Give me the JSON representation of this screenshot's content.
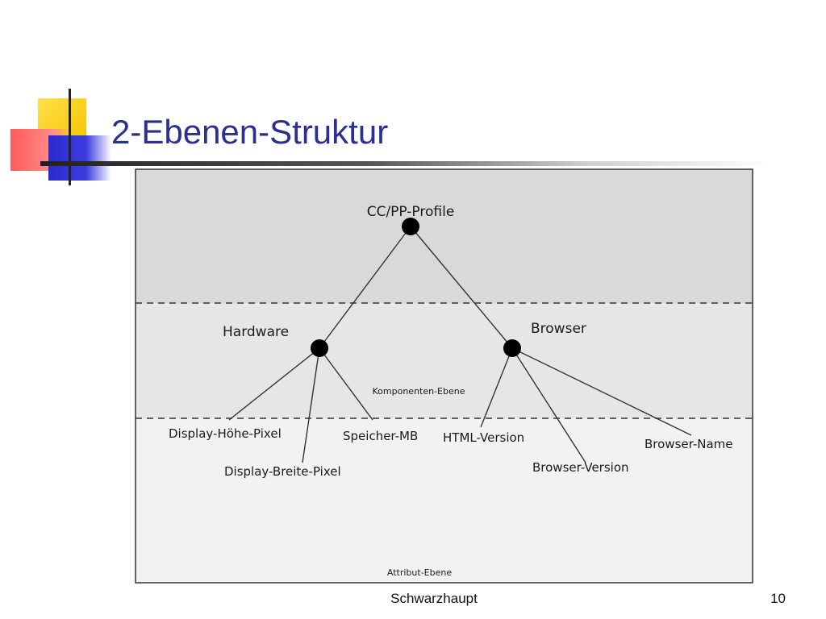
{
  "slide": {
    "title": "2-Ebenen-Struktur",
    "footer_author": "Schwarzhaupt",
    "page_number": "10"
  },
  "diagram": {
    "root": "CC/PP-Profile",
    "components": [
      "Hardware",
      "Browser"
    ],
    "attributes": {
      "hardware": [
        "Display-Höhe-Pixel",
        "Display-Breite-Pixel",
        "Speicher-MB"
      ],
      "browser": [
        "HTML-Version",
        "Browser-Version",
        "Browser-Name"
      ]
    },
    "levels": {
      "component": "Komponenten-Ebene",
      "attribute": "Attribut-Ebene"
    }
  }
}
